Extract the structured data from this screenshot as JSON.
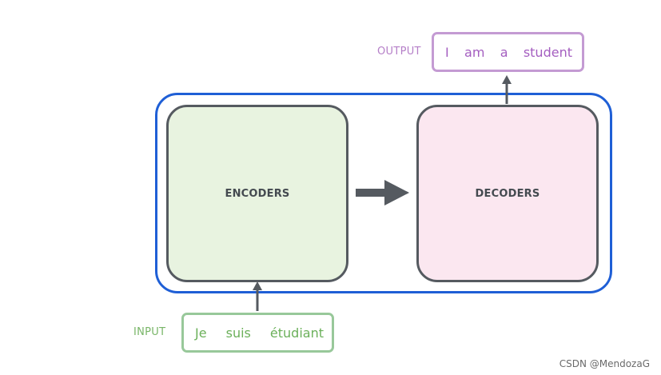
{
  "encoder": {
    "label": "ENCODERS"
  },
  "decoder": {
    "label": "DECODERS"
  },
  "input": {
    "label": "INPUT",
    "words": [
      "Je",
      "suis",
      "étudiant"
    ]
  },
  "output": {
    "label": "OUTPUT",
    "words": [
      "I",
      "am",
      "a",
      "student"
    ]
  },
  "watermark": "CSDN @MendozaG",
  "colors": {
    "outer_border": "#1f5fd6",
    "block_border": "#555a60",
    "encoder_fill": "#e8f3e0",
    "decoder_fill": "#fbe7f0",
    "input_border": "#98c89a",
    "input_text": "#6bb05a",
    "output_border": "#c49bd3",
    "output_text": "#a45ec0",
    "arrow": "#555a60"
  }
}
